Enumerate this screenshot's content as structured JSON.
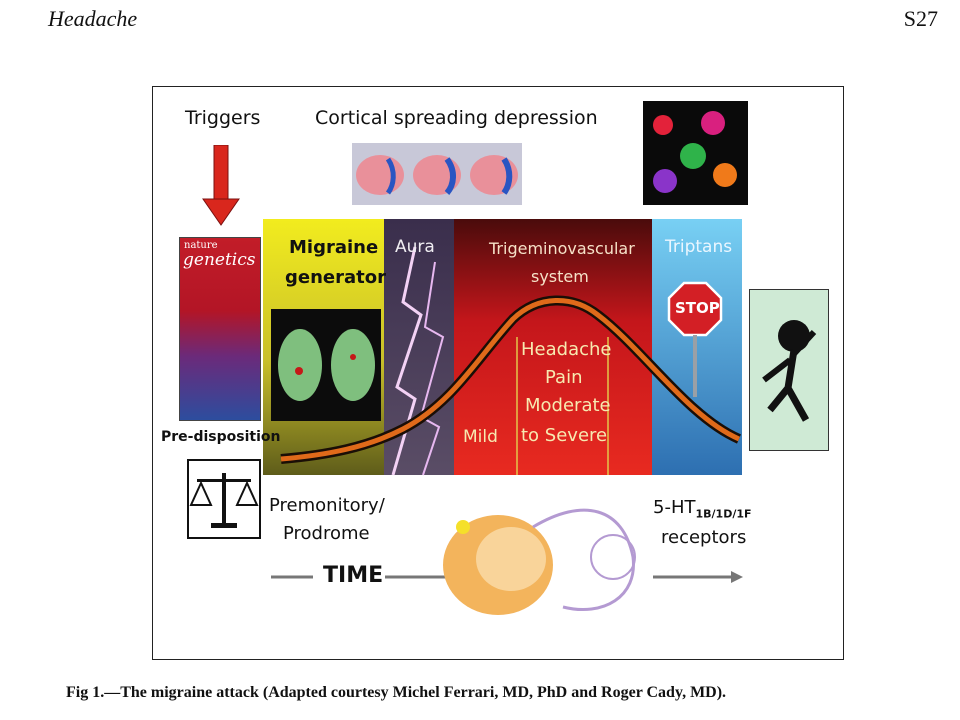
{
  "page": {
    "journal": "Headache",
    "page_number": "S27",
    "caption": "Fig 1.—The migraine attack (Adapted courtesy Michel Ferrari, MD, PhD and Roger Cady, MD)."
  },
  "figure": {
    "triggers": "Triggers",
    "csd": "Cortical spreading depression",
    "magazine": {
      "title_top": "nature",
      "title_main": "genetics"
    },
    "predisposition": "Pre-disposition",
    "migraine_generator": [
      "Migraine",
      "generator"
    ],
    "aura": "Aura",
    "trigeminovascular": [
      "Trigeminovascular",
      "system"
    ],
    "triptans": "Triptans",
    "stop": "STOP",
    "headache_pain": [
      "Headache",
      "Pain",
      "Moderate",
      "to Severe"
    ],
    "mild": "Mild",
    "premonitory": [
      "Premonitory/",
      "Prodrome"
    ],
    "time": "TIME",
    "receptors": {
      "prefix": "5-HT",
      "subscript": "1B/1D/1F",
      "suffix": "receptors"
    }
  },
  "colors": {
    "generator_top": "#f2ec1e",
    "generator_bottom": "#6a6a1c",
    "aura_bg": "#4a3a5c",
    "trigemino_bg": "#d81e1e",
    "triptans_bg": "#6ec6ee",
    "curve_orange": "#e06a1a",
    "stop_red": "#d31f25",
    "trigger_arrow": "#d9271d"
  }
}
